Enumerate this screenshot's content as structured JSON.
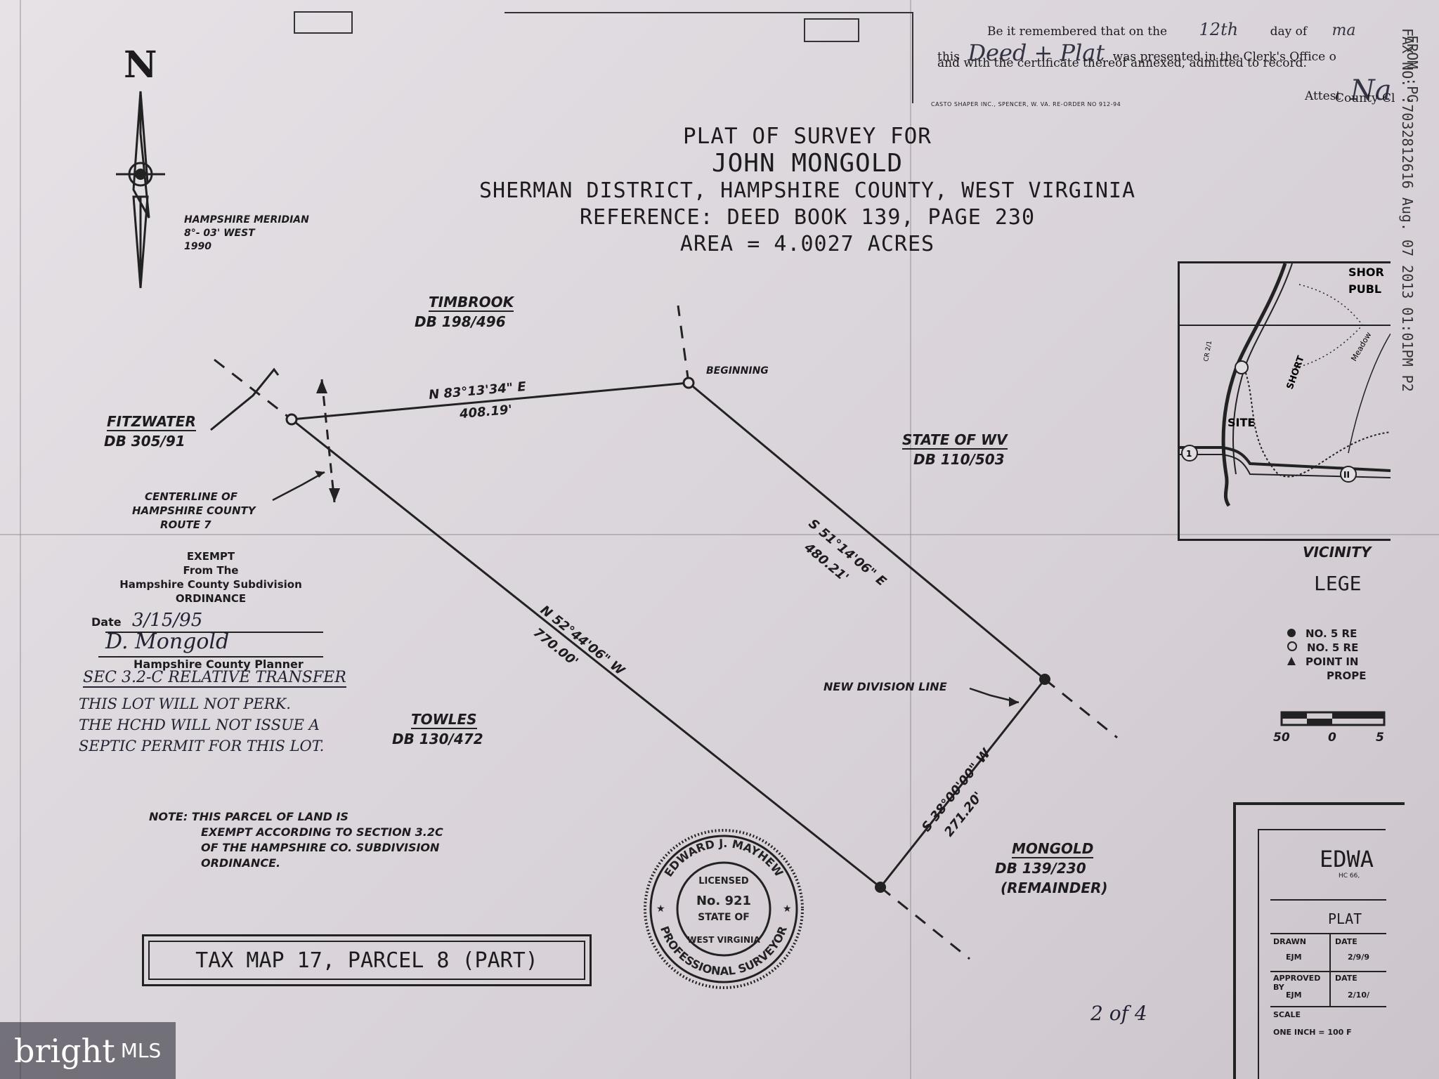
{
  "clerk": {
    "line1_a": "Be it remembered that on the",
    "line1_hand": "12th",
    "line1_b": "day of",
    "line1_hand2": "ma",
    "line2_a": "this",
    "line2_hand": "Deed + Plat",
    "line2_b": "was presented in the Clerk's Office o",
    "line3": "and with the certificate thereof annexed, admitted to record.",
    "attest_label": "Attest",
    "attest_hand": "Na",
    "county": "County Cl",
    "printer": "CASTO SHAPER INC., SPENCER, W. VA. RE-ORDER NO 912-94"
  },
  "title": {
    "line1": "PLAT OF SURVEY FOR",
    "line2": "JOHN MONGOLD",
    "line3": "SHERMAN DISTRICT, HAMPSHIRE COUNTY, WEST VIRGINIA",
    "line4": "REFERENCE: DEED BOOK 139, PAGE 230",
    "line5": "AREA = 4.0027 ACRES"
  },
  "north": {
    "letter": "N",
    "meridian1": "HAMPSHIRE MERIDIAN",
    "meridian2": "8°- 03' WEST",
    "meridian3": "1990"
  },
  "labels": {
    "timbrook": "TIMBROOK",
    "timbrook_db": "DB 198/496",
    "fitzwater": "FITZWATER",
    "fitzwater_db": "DB 305/91",
    "beginning": "BEGINNING",
    "state": "STATE OF WV",
    "state_db": "DB 110/503",
    "centerline1": "CENTERLINE OF",
    "centerline2": "HAMPSHIRE COUNTY",
    "centerline3": "ROUTE 7",
    "towles": "TOWLES",
    "towles_db": "DB 130/472",
    "mongold": "MONGOLD",
    "mongold_db": "DB 139/230",
    "mongold_rem": "(REMAINDER)",
    "new_division": "NEW DIVISION LINE"
  },
  "bearings": {
    "north_line": "N 83°13'34\" E",
    "north_dist": "408.19'",
    "east_line": "S 51°14'06\" E",
    "east_dist": "480.21'",
    "west_line": "N 52°44'06\" W",
    "west_dist": "770.00'",
    "south_line": "S 38°00'00\" W",
    "south_dist": "271.20'"
  },
  "exempt": {
    "l1": "EXEMPT",
    "l2": "From The",
    "l3": "Hampshire County Subdivision",
    "l4": "ORDINANCE",
    "date_label": "Date",
    "date_hand": "3/15/95",
    "sign_hand": "D. Mongold",
    "planner": "Hampshire County Planner",
    "sec_hand": "SEC 3.2-C RELATIVE TRANSFER",
    "perk1": "THIS LOT WILL NOT PERK.",
    "perk2": "THE HCHD WILL NOT ISSUE A",
    "perk3": "SEPTIC PERMIT FOR THIS LOT."
  },
  "note": {
    "l1": "NOTE: THIS PARCEL OF LAND IS",
    "l2": "EXEMPT ACCORDING TO SECTION 3.2C",
    "l3": "OF THE HAMPSHIRE CO. SUBDIVISION",
    "l4": "ORDINANCE."
  },
  "tax_box": "TAX MAP 17, PARCEL 8 (PART)",
  "seal": {
    "outer_top": "EDWARD J. MAYHEW",
    "outer_bottom": "PROFESSIONAL SURVEYOR",
    "licensed": "LICENSED",
    "number": "No. 921",
    "state_of": "STATE OF",
    "wv": "WEST VIRGINIA"
  },
  "vicinity": {
    "title": "VICINITY",
    "shor": "SHOR",
    "pub": "PUBL",
    "site": "SITE",
    "short": "SHORT",
    "meadow": "Meadow",
    "route1": "1",
    "route2": "II",
    "rd": "CR 2/1"
  },
  "legend": {
    "title": "LEGE",
    "item1": "NO. 5 RE",
    "item2": "NO. 5 RE",
    "item3": "POINT IN",
    "item4": "PROPE",
    "scale_50": "50",
    "scale_0": "0",
    "scale_5": "5"
  },
  "titleblock": {
    "name": "EDWA",
    "sub": "HC 66,",
    "plat": "PLAT",
    "drawn": "DRAWN",
    "date": "DATE",
    "drawn_val": "EJM",
    "date_val": "2/9/9",
    "approved": "APPROVED BY",
    "date2": "DATE",
    "approved_val": "EJM",
    "date2_val": "2/10/",
    "scale": "SCALE",
    "scale_val": "ONE INCH = 100 F"
  },
  "fax": "FAX NO. :7032812616          Aug. 07 2013 01:01PM P2",
  "fax_from": "FROM :PG",
  "page_hand": "2 of 4",
  "brand": {
    "name": "bright",
    "mls": "MLS"
  }
}
